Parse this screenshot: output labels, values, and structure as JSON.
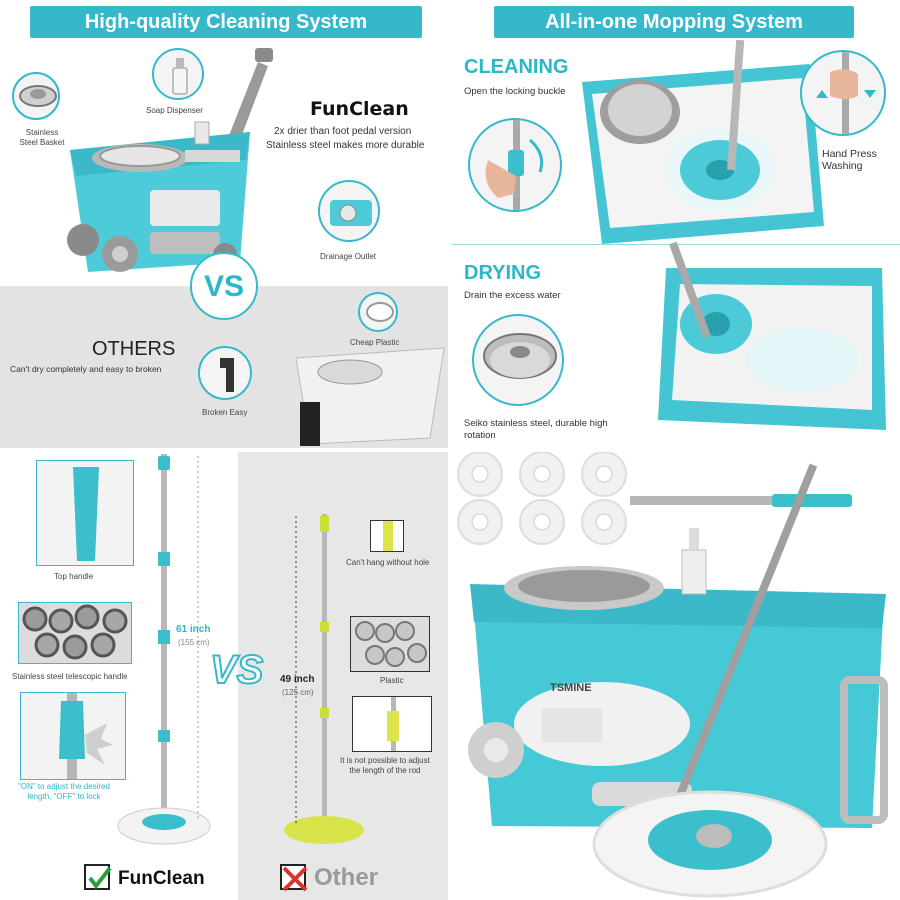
{
  "top_left": {
    "banner": "High-quality Cleaning System",
    "stainless_basket": "Stainless\nSteel Basket",
    "soap_dispenser": "Soap Dispenser",
    "brand": "FunClean",
    "feature_1": "2x drier than foot pedal version",
    "feature_2": "Stainless steel makes more durable",
    "drainage_outlet": "Drainage Outlet",
    "vs": "VS",
    "others_title": "OTHERS",
    "others_desc": "Can't dry completely and easy to broken",
    "cheap_plastic": "Cheap Plastic",
    "broken_easy": "Broken Easy"
  },
  "top_right": {
    "banner": "All-in-one Mopping System",
    "cleaning_title": "CLEANING",
    "cleaning_desc": "Open the locking buckle",
    "hand_press": "Hand Press\nWashing",
    "drying_title": "DRYING",
    "drying_desc": "Drain the excess water",
    "seiko": "Seiko stainless steel, durable high\nrotation"
  },
  "bottom_left": {
    "top_handle": "Top handle",
    "telescopic": "Stainless steel telescopic handle",
    "on_off": "\"ON\" to adjust the desired\nlength, \"OFF\" to lock",
    "length_61": "61 inch",
    "length_61_cm": "(155 cm)",
    "vs": "VS",
    "length_49": "49 inch",
    "length_49_cm": "(125 cm)",
    "cant_hang": "Can't hang without hole",
    "plastic": "Plastic",
    "not_adjust": "It is not possible to adjust\nthe length of the rod",
    "funclean_label": "FunClean",
    "other_label": "Other"
  },
  "bottom_right": {
    "bucket_brand": "TSMINE"
  },
  "colors": {
    "accent": "#35b9ca",
    "bucket": "#46c9d6",
    "gray_panel": "#e3e3e3",
    "check": "#2e9d3c",
    "cross": "#d83434"
  },
  "icons": [
    "check-icon",
    "cross-icon",
    "arrow-up-icon",
    "arrow-down-icon",
    "curved-arrow-icon"
  ]
}
